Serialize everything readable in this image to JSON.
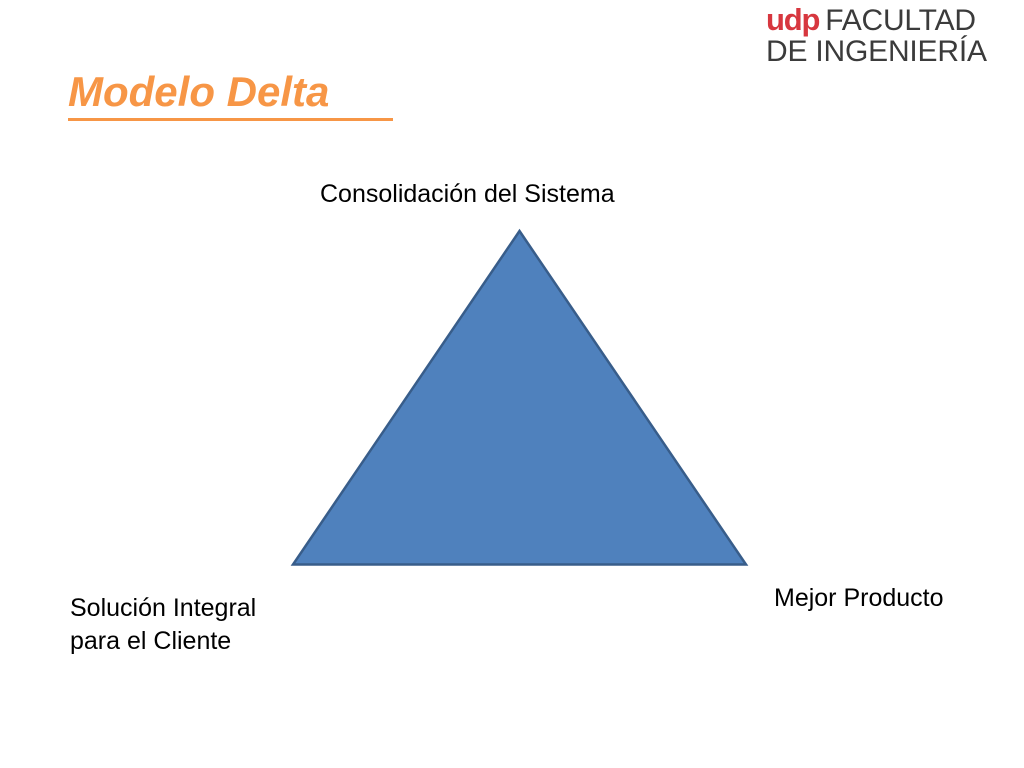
{
  "slide": {
    "title": "Modelo Delta",
    "background_color": "#FFFFFF",
    "title_color": "#F79646"
  },
  "logo": {
    "brand": "udp",
    "brand_color": "#D7373F",
    "line1": "FACULTAD",
    "line2": "DE INGENIERÍA",
    "text_color": "#3B3B3B"
  },
  "diagram": {
    "shape": "triangle",
    "fill_color": "#4F81BD",
    "stroke_color": "#385D8A",
    "vertices": {
      "top": "Consolidación del Sistema",
      "bottom_left": "Solución Integral\npara el Cliente",
      "bottom_right": "Mejor Producto"
    }
  }
}
